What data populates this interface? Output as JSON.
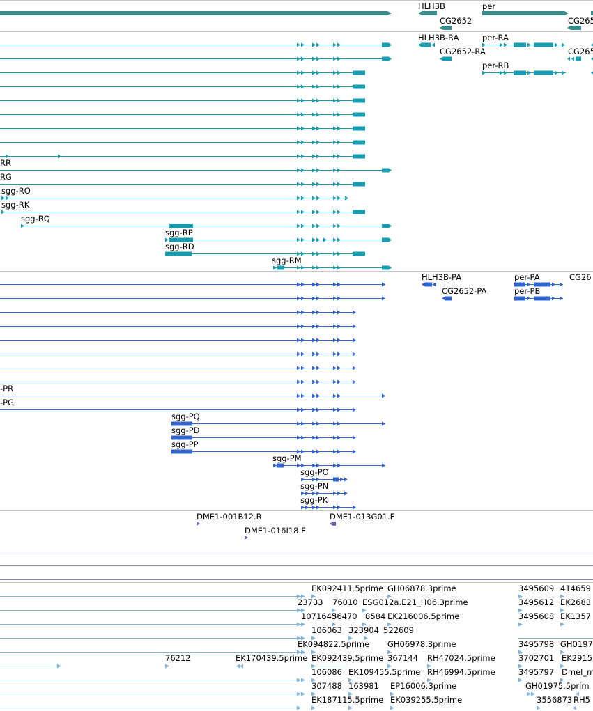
{
  "colors": {
    "gene": "#3a8c8c",
    "mrna": "#179db0",
    "protein": "#3366cc",
    "clone": "#7060b0",
    "divider": "#9080c0",
    "est": "#80b4dc",
    "separator": "#c8c8c8"
  },
  "gene_labels": [
    "HLH3B",
    "per",
    "CG2652",
    "CG265"
  ],
  "mrna_labels": [
    "HLH3B-RA",
    "per-RA",
    "CG2652-RA",
    "CG265",
    "per-RB",
    "RR",
    "RG",
    "sgg-RO",
    "sgg-RK",
    "sgg-RQ",
    "sgg-RP",
    "sgg-RD",
    "sgg-RM"
  ],
  "protein_labels": [
    "HLH3B-PA",
    "per-PA",
    "CG26",
    "CG2652-PA",
    "per-PB",
    "-PR",
    "-PG",
    "sgg-PQ",
    "sgg-PD",
    "sgg-PP",
    "sgg-PM",
    "sgg-PO",
    "sgg-PN",
    "sgg-PK"
  ],
  "clone_labels": [
    "DME1-001B12.R",
    "DME1-013G01.F",
    "DME1-016I18.F"
  ],
  "est_labels": [
    "EK092411.5prime",
    "GH06878.3prime",
    "3495609",
    "414659",
    "23733",
    "76010",
    "ESG012a.E21_H06.3prime",
    "3495612",
    "EK2683",
    "1071643",
    "56470",
    "8584",
    "EK216006.5prime",
    "3495608",
    "EK1357",
    "106063",
    "323904",
    "522609",
    "EK094822.5prime",
    "GH06978.3prime",
    "3495798",
    "GH0197",
    "76212",
    "EK170439.5prime",
    "EK092439.5prime",
    "367144",
    "RH47024.5prime",
    "3702701",
    "EK2915",
    "106086",
    "EK109455.5prime",
    "RH46994.5prime",
    "3495797",
    "Dmel_m",
    "307488",
    "163981",
    "EP16006.3prime",
    "GH01975.5prim",
    "EK187115.5prime",
    "EK039255.5prime",
    "3556873",
    "RH5"
  ]
}
